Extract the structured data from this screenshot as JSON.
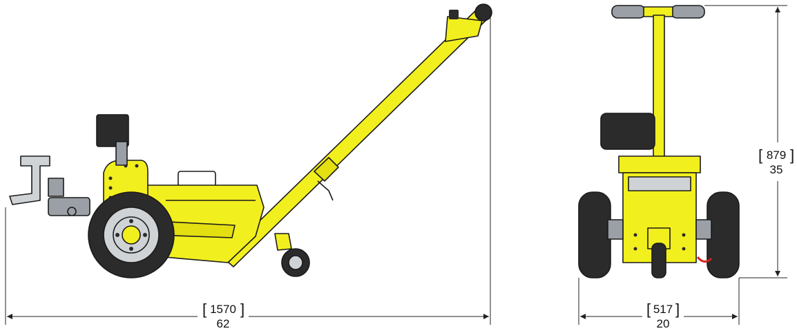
{
  "side_view": {
    "length_mm": "1570",
    "length_in": "62"
  },
  "front_view": {
    "width_mm": "517",
    "width_in": "20",
    "height_mm": "879",
    "height_in": "35"
  },
  "colors": {
    "body": "#f2ef1f",
    "tire": "#2b2b2b",
    "metal": "#9aa0a6",
    "outline": "#1a1a1a"
  }
}
